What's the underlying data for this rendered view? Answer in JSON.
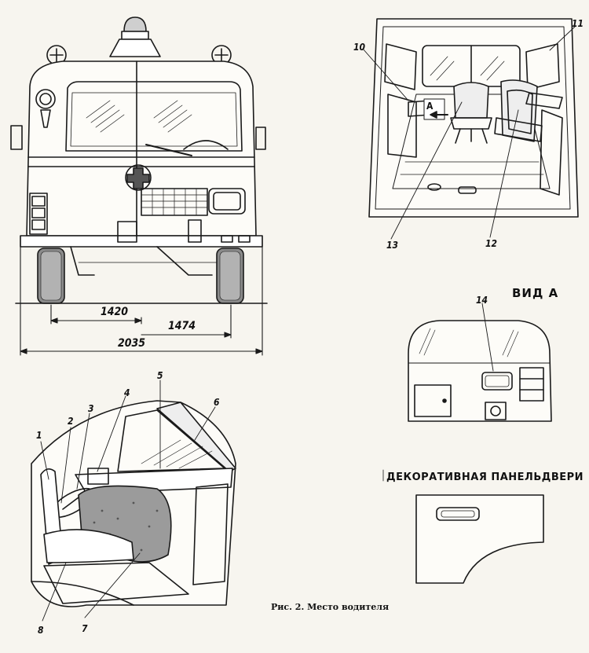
{
  "dimensions": {
    "track_rear": "1420",
    "track_front": "1474",
    "overall_width": "2035"
  },
  "callouts": [
    "1",
    "2",
    "3",
    "4",
    "5",
    "6",
    "7",
    "8",
    "10",
    "11",
    "12",
    "13",
    "14"
  ],
  "cab_arrow_label": "А",
  "view_a_title": "ВИД А",
  "door_panel_title": "ДЕКОРАТИВНАЯ ПАНЕЛЬДВЕРИ",
  "caption": "Рис. 2. Место водителя"
}
